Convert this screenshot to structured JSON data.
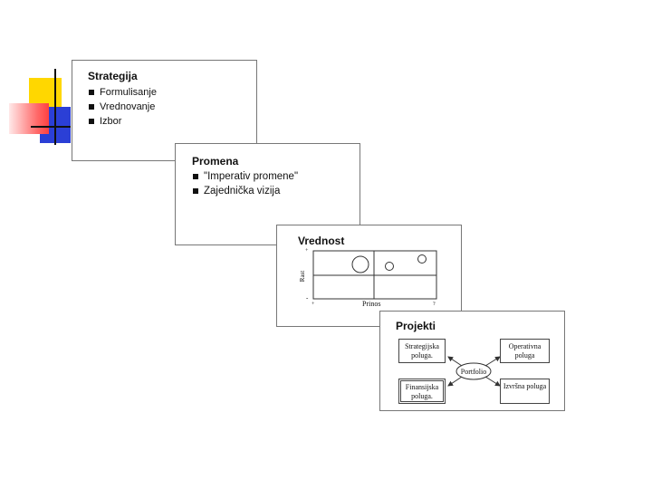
{
  "colors": {
    "yellow": "#ffd700",
    "blue": "#2b3fd6",
    "red": "#ff5a5a",
    "line": "#111111"
  },
  "strategija": {
    "title": "Strategija",
    "items": [
      "Formulisanje",
      "Vrednovanje",
      "Izbor"
    ]
  },
  "promena": {
    "title": "Promena",
    "items": [
      "\"Imperativ promene\"",
      "Zajednička vizija"
    ]
  },
  "vrednost": {
    "title": "Vrednost",
    "y_label": "Rast",
    "x_label": "Prinos",
    "y_plus": "+",
    "y_minus": "-",
    "x_minus": "+",
    "x_plus": "?"
  },
  "projekti": {
    "title": "Projekti",
    "center": "Portfolio",
    "nodes": {
      "strategic": "Strategijska poluga.",
      "operative": "Operativna poluga",
      "financial": "Finansijska poluga.",
      "executive": "Izvršna poluga"
    }
  }
}
